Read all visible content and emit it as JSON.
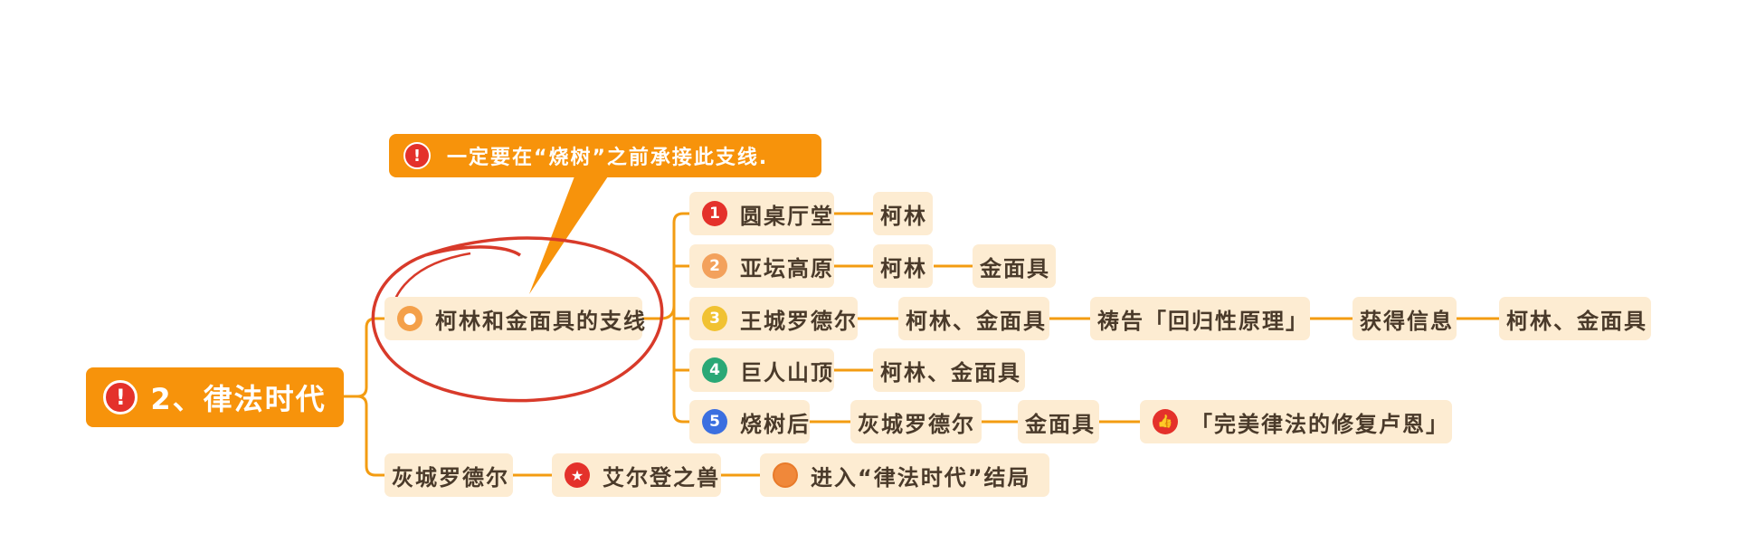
{
  "colors": {
    "root": "#f7930b",
    "node_bg": "#fdecd2",
    "line": "#f39c12",
    "marker_red": "#e4312b",
    "annotation": "#d83a2a"
  },
  "root": {
    "label": "2、律法时代",
    "icon": "exclamation-icon"
  },
  "callout": {
    "label": "一定要在“烧树”之前承接此支线.",
    "icon": "exclamation-icon"
  },
  "branch": {
    "label": "柯林和金面具的支线"
  },
  "steps": [
    {
      "num": "1",
      "label": "圆桌厅堂",
      "next": [
        "柯林"
      ]
    },
    {
      "num": "2",
      "label": "亚坛高原",
      "next": [
        "柯林",
        "金面具"
      ]
    },
    {
      "num": "3",
      "label": "王城罗德尔",
      "next": [
        "柯林、金面具",
        "祷告「回归性原理」",
        "获得信息",
        "柯林、金面具"
      ]
    },
    {
      "num": "4",
      "label": "巨人山顶",
      "next": [
        "柯林、金面具"
      ]
    },
    {
      "num": "5",
      "label": "烧树后",
      "next": [
        "灰城罗德尔",
        "金面具",
        "「完美律法的修复卢恩」"
      ]
    }
  ],
  "bottom": {
    "first": "灰城罗德尔",
    "second": "艾尔登之兽",
    "third": "进入“律法时代”结局"
  }
}
